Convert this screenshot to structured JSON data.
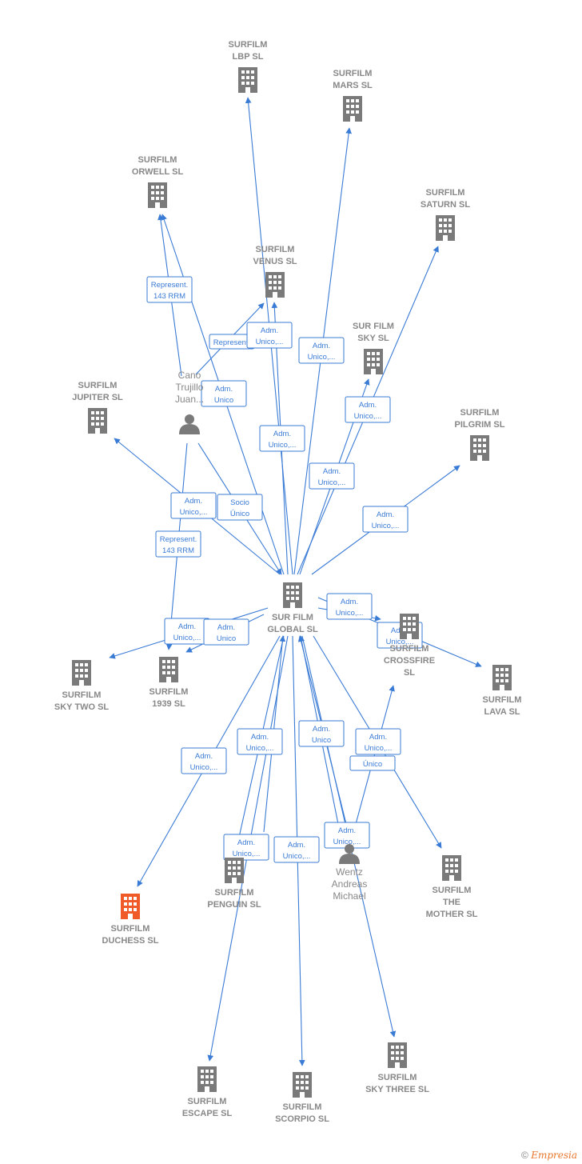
{
  "colors": {
    "edge": "#3a7bd5",
    "building": "#7a7a7a",
    "highlight": "#f05a28",
    "text": "#888888"
  },
  "nodes": [
    {
      "id": "center",
      "lines": [
        "SUR FILM",
        "GLOBAL  SL"
      ],
      "icon": "building-icon"
    },
    {
      "id": "lbp",
      "lines": [
        "SURFILM",
        "LBP  SL"
      ],
      "icon": "building-icon"
    },
    {
      "id": "mars",
      "lines": [
        "SURFILM",
        "MARS  SL"
      ],
      "icon": "building-icon"
    },
    {
      "id": "orwell",
      "lines": [
        "SURFILM",
        "ORWELL  SL"
      ],
      "icon": "building-icon"
    },
    {
      "id": "saturn",
      "lines": [
        "SURFILM",
        "SATURN  SL"
      ],
      "icon": "building-icon"
    },
    {
      "id": "venus",
      "lines": [
        "SURFILM",
        "VENUS  SL"
      ],
      "icon": "building-icon"
    },
    {
      "id": "sky",
      "lines": [
        "SUR FILM",
        "SKY  SL"
      ],
      "icon": "building-icon"
    },
    {
      "id": "jupiter",
      "lines": [
        "SURFILM",
        "JUPITER  SL"
      ],
      "icon": "building-icon"
    },
    {
      "id": "pilgrim",
      "lines": [
        "SURFILM",
        "PILGRIM  SL"
      ],
      "icon": "building-icon"
    },
    {
      "id": "crossfire",
      "lines": [
        "SURFILM",
        "CROSSFIRE",
        "SL"
      ],
      "icon": "building-icon"
    },
    {
      "id": "lava",
      "lines": [
        "SURFILM",
        "LAVA  SL"
      ],
      "icon": "building-icon"
    },
    {
      "id": "skytwo",
      "lines": [
        "SURFILM",
        "SKY TWO  SL"
      ],
      "icon": "building-icon"
    },
    {
      "id": "s1939",
      "lines": [
        "SURFILM",
        "1939  SL"
      ],
      "icon": "building-icon"
    },
    {
      "id": "penguin",
      "lines": [
        "SURFILM",
        "PENGUIN  SL"
      ],
      "icon": "building-icon"
    },
    {
      "id": "duchess",
      "lines": [
        "SURFILM",
        "DUCHESS  SL"
      ],
      "icon": "building-icon",
      "highlight": true
    },
    {
      "id": "mother",
      "lines": [
        "SURFILM",
        "THE",
        "MOTHER  SL"
      ],
      "icon": "building-icon"
    },
    {
      "id": "escape",
      "lines": [
        "SURFILM",
        "ESCAPE  SL"
      ],
      "icon": "building-icon"
    },
    {
      "id": "scorpio",
      "lines": [
        "SURFILM",
        "SCORPIO  SL"
      ],
      "icon": "building-icon"
    },
    {
      "id": "skythree",
      "lines": [
        "SURFILM",
        "SKY THREE  SL"
      ],
      "icon": "building-icon"
    },
    {
      "id": "cano",
      "lines": [
        "Cano",
        "Trujillo",
        "Juan..."
      ],
      "icon": "person-icon"
    },
    {
      "id": "wentz",
      "lines": [
        "Wentz",
        "Andreas",
        "Michael"
      ],
      "icon": "person-icon"
    }
  ],
  "edge_labels": [
    {
      "id": "l1",
      "lines": [
        "Represent.",
        "143 RRM"
      ]
    },
    {
      "id": "l2",
      "lines": [
        "Represent."
      ]
    },
    {
      "id": "l3",
      "lines": [
        "Adm.",
        "Unico,..."
      ]
    },
    {
      "id": "l4",
      "lines": [
        "Adm.",
        "Unico,..."
      ]
    },
    {
      "id": "l5",
      "lines": [
        "Adm.",
        "Unico"
      ]
    },
    {
      "id": "l6",
      "lines": [
        "Adm.",
        "Unico,..."
      ]
    },
    {
      "id": "l7",
      "lines": [
        "Adm.",
        "Unico,..."
      ]
    },
    {
      "id": "l8",
      "lines": [
        "Adm.",
        "Unico,..."
      ]
    },
    {
      "id": "l9",
      "lines": [
        "Adm.",
        "Unico,..."
      ]
    },
    {
      "id": "l10",
      "lines": [
        "Socio",
        "Único"
      ]
    },
    {
      "id": "l11",
      "lines": [
        "Represent.",
        "143 RRM"
      ]
    },
    {
      "id": "l12",
      "lines": [
        "Adm.",
        "Unico,..."
      ]
    },
    {
      "id": "l13",
      "lines": [
        "Adm.",
        "Unico,..."
      ]
    },
    {
      "id": "l14",
      "lines": [
        "Adm.",
        "Unico,..."
      ]
    },
    {
      "id": "l15",
      "lines": [
        "Adm.",
        "Unico"
      ]
    },
    {
      "id": "l16",
      "lines": [
        "Adm.",
        "Unico,..."
      ]
    },
    {
      "id": "l17",
      "lines": [
        "Adm.",
        "Unico,..."
      ]
    },
    {
      "id": "l18",
      "lines": [
        "Adm.",
        "Unico,..."
      ]
    },
    {
      "id": "l19",
      "lines": [
        "Adm.",
        "Unico"
      ]
    },
    {
      "id": "l20",
      "lines": [
        "Adm.",
        "Unico,..."
      ]
    },
    {
      "id": "l21",
      "lines": [
        "Único"
      ]
    },
    {
      "id": "l22",
      "lines": [
        "Adm.",
        "Unico,..."
      ]
    },
    {
      "id": "l23",
      "lines": [
        "Adm.",
        "Unico,..."
      ]
    },
    {
      "id": "l24",
      "lines": [
        "Adm.",
        "Unico,..."
      ]
    }
  ],
  "footer": {
    "copyright": "©",
    "brand": "Empresia"
  }
}
